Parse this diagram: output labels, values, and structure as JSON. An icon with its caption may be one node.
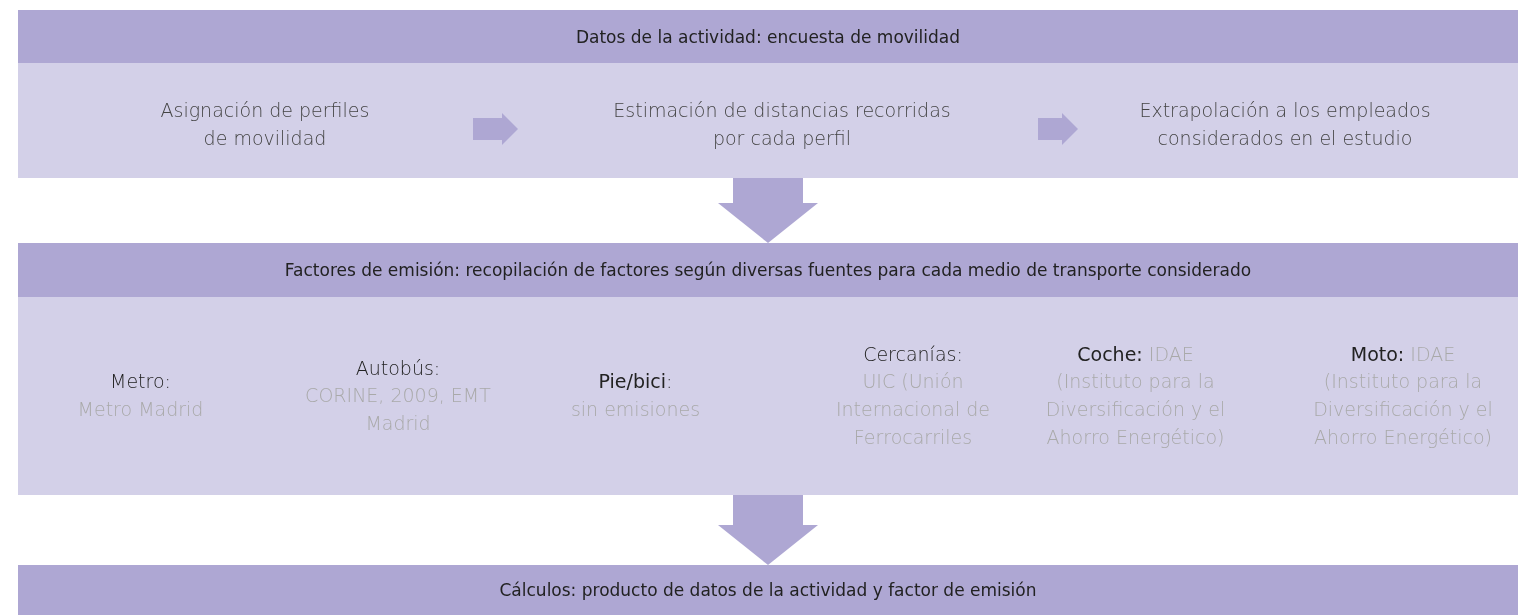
{
  "diagram": {
    "nodes": [
      {
        "text": [
          "Datos de la actividad: encuesta de movilidad"
        ]
      },
      {
        "text": [
          "Asignación de perfiles de movilidad"
        ],
        "in": 0
      },
      {
        "text": [
          "Estimación de distancias recorridas por cada perfil"
        ],
        "in": 0
      },
      {
        "text": [
          "Extrapolación a los empleados considerados en el estudio"
        ],
        "in": 0
      },
      {
        "text": [
          "Factores de emisión: recopilación de factores según diversas fuentes para cada medio de transporte considerado"
        ]
      },
      {
        "text": [
          "Metro:",
          "Metro Madrid"
        ],
        "in": 4
      },
      {
        "text": [
          "Autobús:",
          "CORINE, 2009, EMT Madrid"
        ],
        "in": 4
      },
      {
        "text": [
          "**Pie/bici**:",
          "sin emisiones"
        ],
        "in": 4
      },
      {
        "text": [
          "Cercanías:",
          "UIC (Unión Internacional de Ferrocarriles"
        ],
        "in": 4
      },
      {
        "text": [
          "**Coche:** IDAE (Instituto para la Diversificación y el Ahorro Energético)"
        ],
        "in": 4
      },
      {
        "text": [
          "**Moto:** IDAE (Instituto para la Diversificación y el Ahorro Energético)"
        ],
        "in": 4
      },
      {
        "text": [
          "Cálculos: producto de datos de la actividad y factor de emisión"
        ]
      }
    ],
    "edges": [
      {
        "from": 1,
        "to": 2,
        "arrow": "to"
      },
      {
        "from": 2,
        "to": 3,
        "arrow": "to"
      },
      {
        "from": 0,
        "to": 4,
        "arrow": "to",
        "style": "thick"
      },
      {
        "from": 4,
        "to": 11,
        "arrow": "to",
        "style": "thick"
      }
    ]
  }
}
